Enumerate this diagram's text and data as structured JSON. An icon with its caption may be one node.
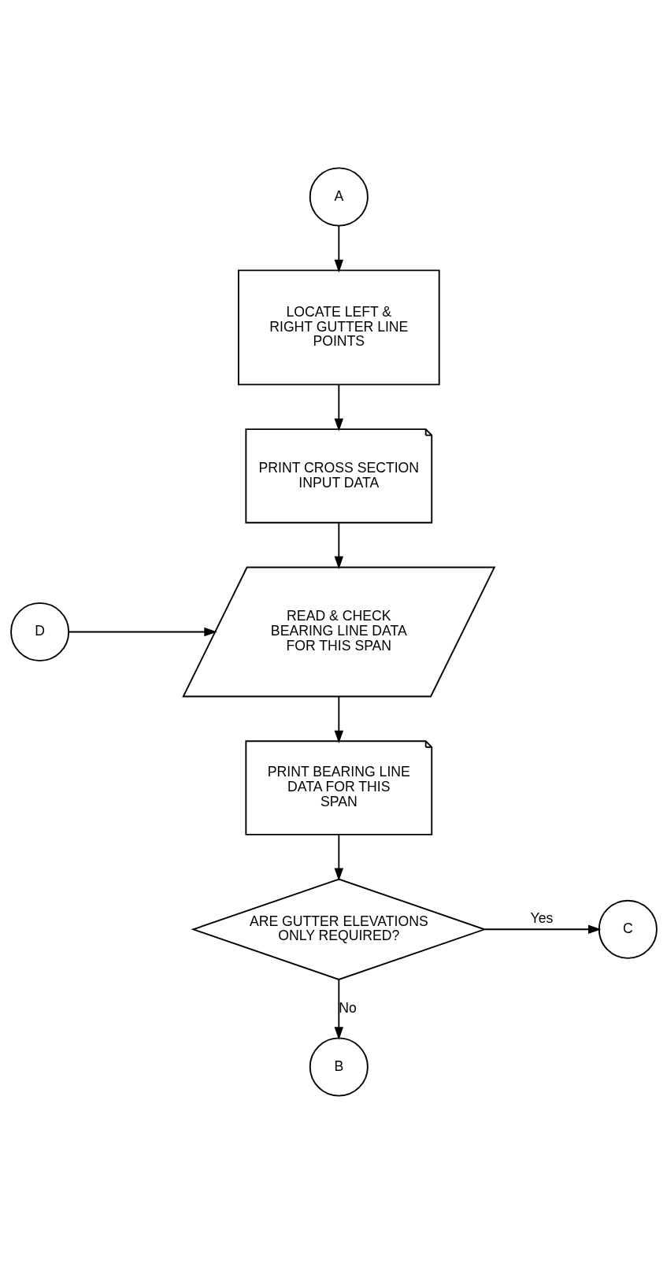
{
  "diagram": {
    "nodes": [
      {
        "text": [
          "A"
        ]
      },
      {
        "text": [
          "LOCATE LEFT & RIGHT GUTTER LINE POINTS"
        ]
      },
      {
        "text": [
          "PRINT CROSS SECTION INPUT DATA"
        ]
      },
      {
        "text": [
          "D"
        ]
      },
      {
        "text": [
          "READ & CHECK BEARING LINE DATA FOR THIS SPAN"
        ]
      },
      {
        "text": [
          "PRINT BEARING LINE DATA FOR THIS SPAN"
        ]
      },
      {
        "text": [
          "ARE GUTTER ELEVATIONS ONLY REQUIRED?"
        ]
      },
      {
        "text": [
          "C"
        ]
      },
      {
        "text": [
          "B"
        ]
      }
    ],
    "edges": [
      {
        "from": 0,
        "to": 1,
        "arrow": "to"
      },
      {
        "from": 1,
        "to": 2,
        "arrow": "to"
      },
      {
        "from": 2,
        "to": 4,
        "arrow": "to"
      },
      {
        "from": 3,
        "to": 4,
        "arrow": "to"
      },
      {
        "from": 4,
        "to": 5,
        "arrow": "to"
      },
      {
        "from": 5,
        "to": 6,
        "arrow": "to"
      },
      {
        "from": 6,
        "to": 7,
        "label": "Yes",
        "arrow": "to"
      },
      {
        "from": 6,
        "to": 8,
        "label": "No",
        "arrow": "to"
      }
    ]
  }
}
